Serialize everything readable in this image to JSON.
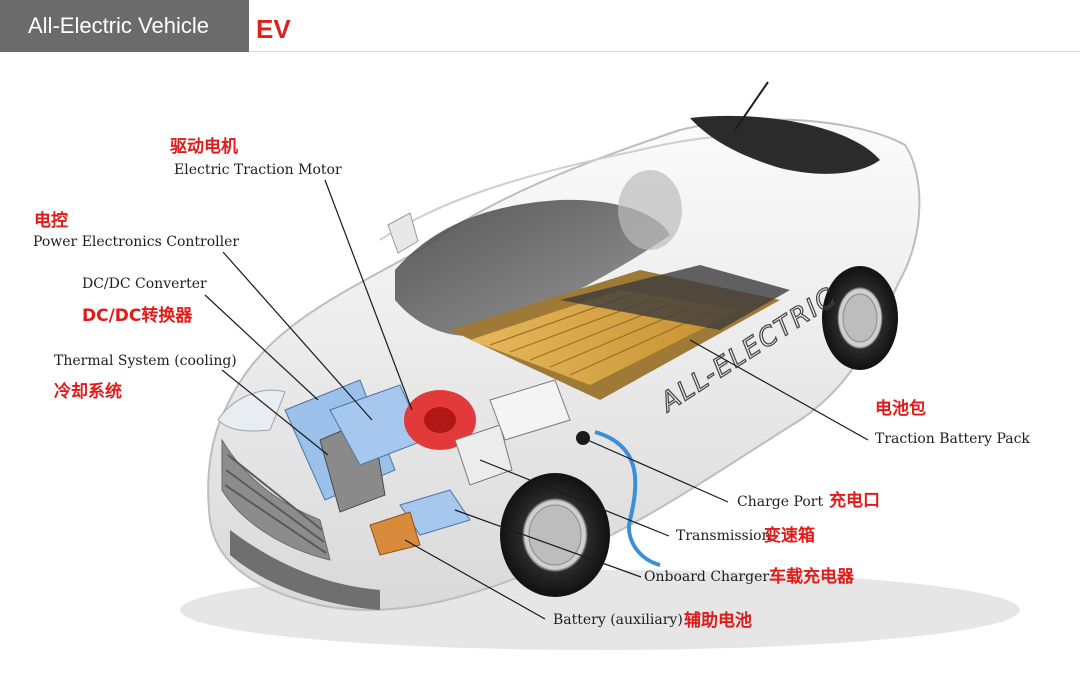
{
  "header": {
    "title": "All-Electric Vehicle",
    "badge": "EV"
  },
  "colors": {
    "accent_red": "#e01b1b",
    "title_bar": "#6b6b6b",
    "battery_gold": "#d9a94c",
    "motor_red": "#e23a3a",
    "cooling_blue": "#8fb7e8"
  },
  "callouts": {
    "motor": {
      "en": "Electric Traction Motor",
      "zh": "驱动电机"
    },
    "controller": {
      "en": "Power Electronics Controller",
      "zh": "电控"
    },
    "dcdc": {
      "en": "DC/DC Converter",
      "zh": "DC/DC转换器"
    },
    "thermal": {
      "en": "Thermal System (cooling)",
      "zh": "冷却系统"
    },
    "battery_pack": {
      "en": "Traction Battery Pack",
      "zh": "电池包"
    },
    "charge_port": {
      "en": "Charge Port",
      "zh": "充电口"
    },
    "transmission": {
      "en": "Transmission",
      "zh": "变速箱"
    },
    "charger": {
      "en": "Onboard Charger",
      "zh": "车载充电器"
    },
    "aux_battery": {
      "en": "Battery (auxiliary)",
      "zh": "辅助电池"
    }
  },
  "car": {
    "side_lettering": "ALL-ELECTRIC"
  }
}
